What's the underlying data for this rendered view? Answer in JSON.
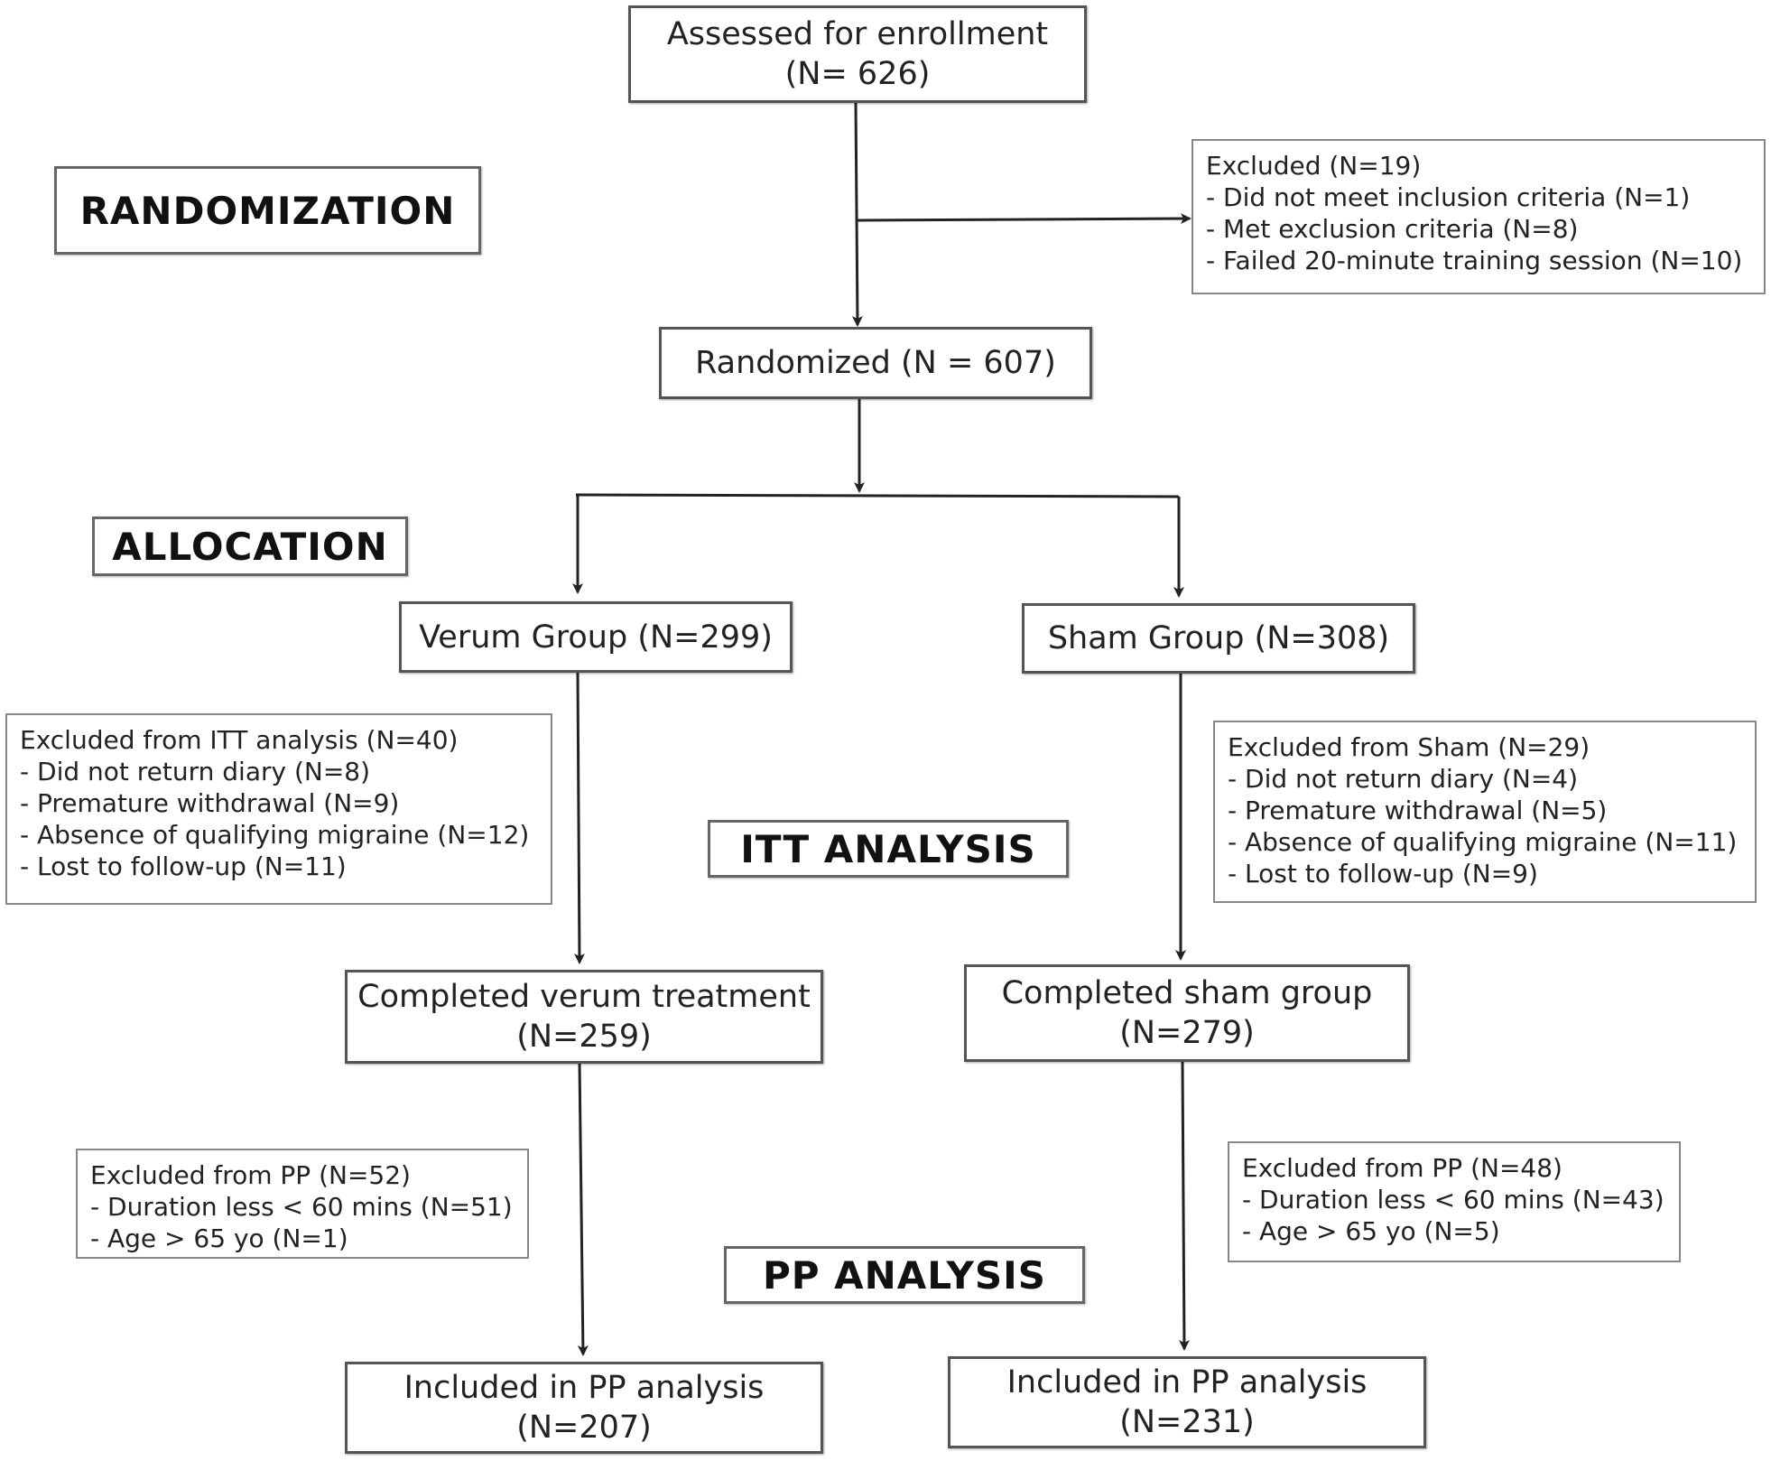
{
  "stages": {
    "randomization": "RANDOMIZATION",
    "allocation": "ALLOCATION",
    "itt": "ITT ANALYSIS",
    "pp": "PP ANALYSIS"
  },
  "enrollment": {
    "line1": "Assessed for enrollment",
    "line2": "(N= 626)"
  },
  "excluded": {
    "title": "Excluded  (N=19)",
    "items": [
      "- Did not meet inclusion criteria (N=1)",
      "- Met exclusion criteria (N=8)",
      "- Failed 20-minute training session (N=10)"
    ]
  },
  "randomized": {
    "label": "Randomized (N = 607)"
  },
  "verum": {
    "group": "Verum Group (N=299)",
    "itt_excl": {
      "title": "Excluded from ITT analysis (N=40)",
      "items": [
        "- Did not return diary (N=8)",
        "- Premature withdrawal (N=9)",
        "- Absence of qualifying migraine (N=12)",
        "- Lost to follow-up (N=11)"
      ]
    },
    "completed": {
      "line1": "Completed verum treatment",
      "line2": "(N=259)"
    },
    "pp_excl": {
      "title": "Excluded from PP (N=52)",
      "items": [
        "- Duration less < 60 mins (N=51)",
        "- Age > 65 yo (N=1)"
      ]
    },
    "included": {
      "line1": "Included in PP analysis",
      "line2": "(N=207)"
    }
  },
  "sham": {
    "group": "Sham Group (N=308)",
    "itt_excl": {
      "title": "Excluded from Sham (N=29)",
      "items": [
        "- Did not return diary (N=4)",
        "- Premature withdrawal (N=5)",
        "- Absence of qualifying migraine (N=11)",
        "- Lost to follow-up (N=9)"
      ]
    },
    "completed": {
      "line1": "Completed sham group",
      "line2": "(N=279)"
    },
    "pp_excl": {
      "title": "Excluded from PP (N=48)",
      "items": [
        "- Duration less < 60 mins (N=43)",
        "- Age > 65 yo (N=5)"
      ]
    },
    "included": {
      "line1": "Included in PP analysis",
      "line2": "(N=231)"
    }
  }
}
